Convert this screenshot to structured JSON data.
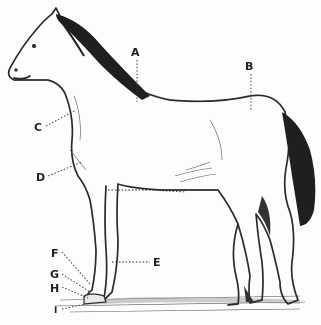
{
  "figure": {
    "subject": "horse",
    "labels": {
      "A": "A",
      "B": "B",
      "C": "C",
      "D": "D",
      "E": "E",
      "F": "F",
      "G": "G",
      "H": "H",
      "I": "I"
    }
  },
  "colors": {
    "ink": "#2a2a2a",
    "paper": "#fdfdfb",
    "mane": "#1f1f1f"
  }
}
